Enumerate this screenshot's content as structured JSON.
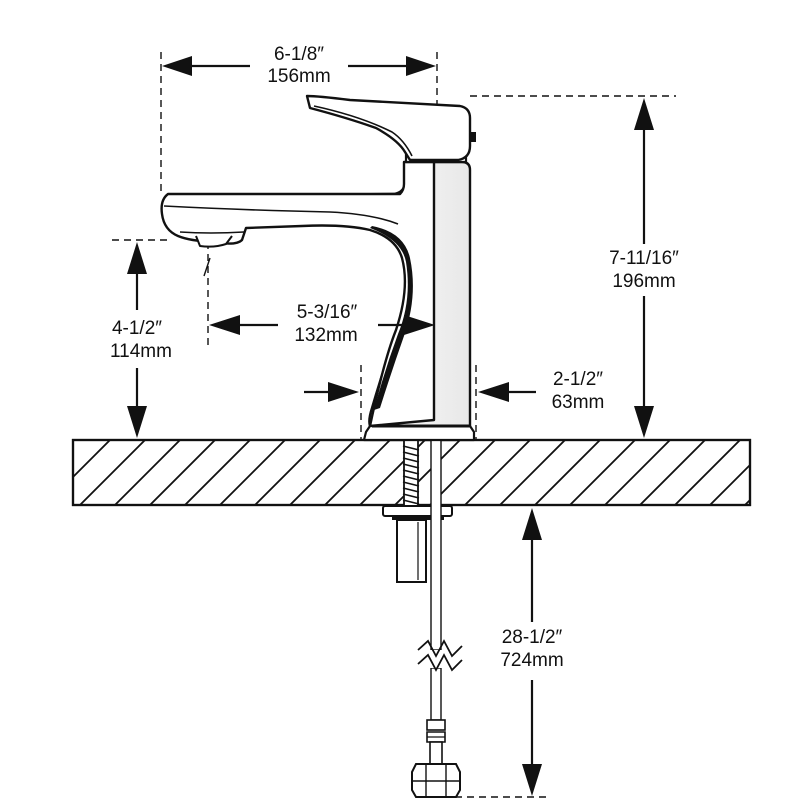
{
  "dimensions": {
    "spout_reach": {
      "imperial": "6-1/8″",
      "metric": "156mm"
    },
    "overall_height": {
      "imperial": "7-11/16″",
      "metric": "196mm"
    },
    "spout_height": {
      "imperial": "4-1/2″",
      "metric": "114mm"
    },
    "aerator_to_body": {
      "imperial": "5-3/16″",
      "metric": "132mm"
    },
    "base_diameter": {
      "imperial": "2-1/2″",
      "metric": "63mm"
    },
    "supply_hose_length": {
      "imperial": "28-1/2″",
      "metric": "724mm"
    }
  }
}
